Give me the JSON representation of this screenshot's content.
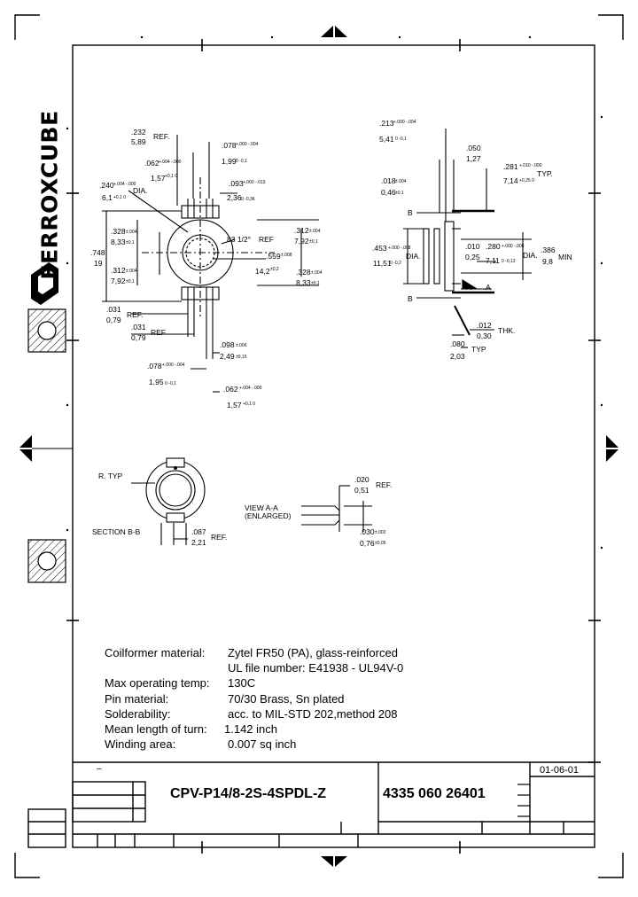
{
  "brand": {
    "name": "FERROXCUBE"
  },
  "specs": [
    {
      "label": "Coilformer material:",
      "value": "Zytel FR50 (PA), glass-reinforced"
    },
    {
      "label": "",
      "value": "UL file number: E41938 - UL94V-0"
    },
    {
      "label": "Max operating temp:",
      "value": "130C"
    },
    {
      "label": "Pin material:",
      "value": "70/30 Brass, Sn      plated"
    },
    {
      "label": "Solderability:",
      "value": "acc. to MIL-STD 202,method 208"
    },
    {
      "label": "Mean length of turn:",
      "value": "1.142 inch"
    },
    {
      "label": "Winding area:",
      "value": "0.007 sq inch"
    }
  ],
  "title_block": {
    "part_name": "CPV-P14/8-2S-4SPDL-Z",
    "part_number": "4335 060 26401",
    "date": "01-06-01",
    "dash": "–"
  },
  "drawing": {
    "front": {
      "d1_in": ".232",
      "d1_mm": "5,89",
      "d1_ref": "REF.",
      "d2_in": ".078",
      "d2_tol": "+.000 -.004",
      "d2_mm": "1,99",
      "d2_mmtol": "0 -0,1",
      "d3_in": ".062",
      "d3_tol": "+.004 -.000",
      "d3_mm": "1,57",
      "d3_mmtol": "+0,1 0",
      "d4_in": ".093",
      "d4_tol": "+.000 -.013",
      "d4_mm": "2,36",
      "d4_mmtol": "0 -0,36",
      "d5_in": ".240",
      "d5_tol": "+.004 -.000",
      "d5_mm": "6,1",
      "d5_mmtol": "+0,1 0",
      "dia": "DIA.",
      "d6_in": ".328",
      "d6_tol": "±.004",
      "d6_mm": "8,33",
      "d6_mmtol": "±0,1",
      "d7_in": ".312",
      "d7_tol": "±.004",
      "d7_mm": "7,92",
      "d7_mmtol": "±0,1",
      "angle": "83 1/2°",
      "angle_ref": "REF",
      "d8_in": ".748",
      "d8_mm": "19",
      "d9_in": ".559",
      "d9_tol": "±.008",
      "d9_mm": "14,2",
      "d9_mmtol": "±0,2",
      "d10_in": ".312",
      "d10_tol": "±.004",
      "d10_mm": "7,92",
      "d10_mmtol": "±0,1",
      "d11_in": ".328",
      "d11_tol": "±.004",
      "d11_mm": "8,33",
      "d11_mmtol": "±0,1",
      "d12_in": ".031",
      "d12_mm": "0,79",
      "d12_ref": "REF.",
      "d13_in": ".031",
      "d13_mm": "0,79",
      "d13_ref": "REF",
      "d14_in": ".098",
      "d14_tol": "±.006",
      "d14_mm": "2,49",
      "d14_mmtol": "±0,15",
      "d15_in": ".078",
      "d15_tol": "+.000 -.004",
      "d15_mm": "1,95",
      "d15_mmtol": "0 -0,1",
      "d16_in": ".062",
      "d16_tol": "+.004 -.000",
      "d16_mm": "1,57",
      "d16_mmtol": "+0,1 0"
    },
    "side": {
      "s1_in": ".213",
      "s1_tol": "+.000 -.004",
      "s1_mm": "5,41",
      "s1_mmtol": "0 -0,1",
      "s2_in": ".050",
      "s2_mm": "1,27",
      "s3_in": ".281",
      "s3_tol": "+.010 -.000",
      "s3_mm": "7,14",
      "s3_mmtol": "+0,25 0",
      "s3_typ": "TYP.",
      "s4_in": ".018",
      "s4_tol": "±.004",
      "s4_mm": "0,46",
      "s4_mmtol": "±0,1",
      "s5_in": ".453",
      "s5_tol": "+.000 -.008",
      "s5_mm": "11,51",
      "s5_mmtol": "0 -0,2",
      "s5_dia": "DIA.",
      "s6_in": ".010",
      "s6_mm": "0,25",
      "s7_in": ".280",
      "s7_tol": "+.000 -.005",
      "s7_mm": "7,11",
      "s7_mmtol": "0 -0,13",
      "s7_dia": "DIA.",
      "s8_in": ".386",
      "s8_mm": "9,8",
      "s8_min": "MIN",
      "s9_in": ".012",
      "s9_mm": "0,30",
      "s9_thk": "THK.",
      "s10_in": ".080",
      "s10_mm": "2,03",
      "s10_typ": "TYP",
      "label_b": "B",
      "label_a": "A"
    },
    "section": {
      "r_typ": "R. TYP",
      "name": "SECTION B-B",
      "b1_in": ".087",
      "b1_mm": "2,21",
      "b1_ref": "REF."
    },
    "view": {
      "name": "VIEW A-A",
      "sub": "(ENLARGED)",
      "v1_in": ".020",
      "v1_mm": "0,51",
      "v1_ref": "REF.",
      "v2_in": ".030",
      "v2_tol": "±.002",
      "v2_mm": "0,76",
      "v2_mmtol": "±0,05"
    }
  }
}
